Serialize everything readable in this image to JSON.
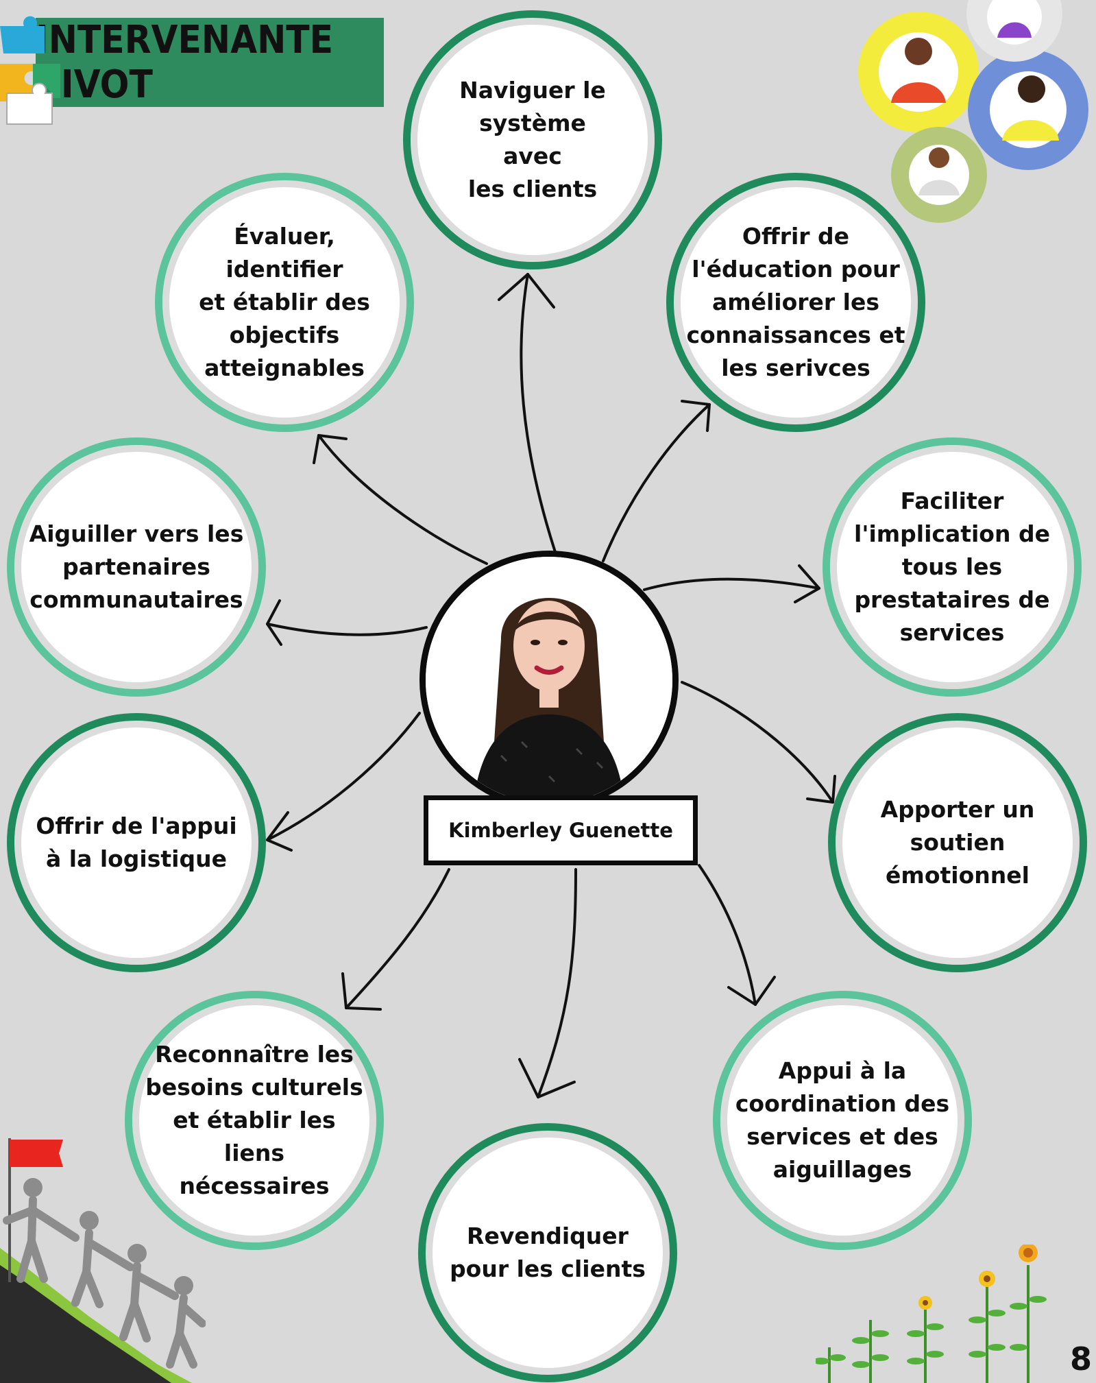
{
  "header": {
    "title": "INTERVENANTE PIVOT"
  },
  "center": {
    "name": "Kimberley Guenette"
  },
  "nodes": [
    {
      "label": "Naviguer le\nsystème\navec\nles clients"
    },
    {
      "label": "Offrir de\nl'éducation pour\naméliorer les\nconnaissances et\nles serivces"
    },
    {
      "label": "Faciliter\nl'implication de\ntous les\nprestataires de\nservices"
    },
    {
      "label": "Apporter un\nsoutien\némotionnel"
    },
    {
      "label": "Appui à la\ncoordination des\nservices et des\naiguillages"
    },
    {
      "label": "Revendiquer\npour les clients"
    },
    {
      "label": "Reconnaître les\nbesoins culturels\net établir les liens\nnécessaires"
    },
    {
      "label": "Offrir de l'appui\nà la logistique"
    },
    {
      "label": "Aiguiller vers les\npartenaires\ncommunautaires"
    },
    {
      "label": "Évaluer, identifier\net établir des\nobjectifs\natteignables"
    }
  ],
  "footer": {
    "page_number": "8"
  },
  "colors": {
    "banner": "#2e8b5e",
    "ring_dark": "#1f8a5b",
    "ring_light": "#5cc49c",
    "background": "#d9d9d9"
  }
}
